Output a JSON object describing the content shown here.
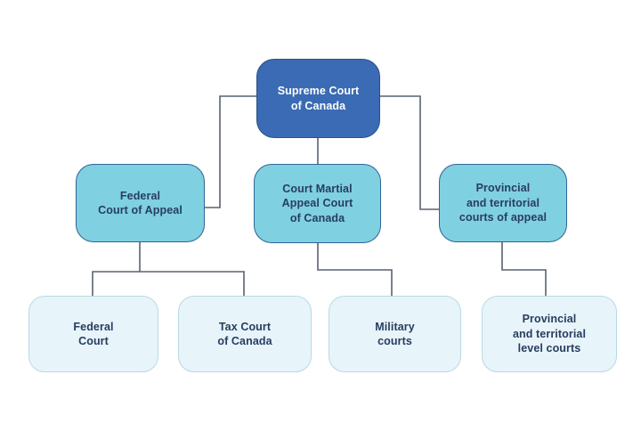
{
  "diagram": {
    "type": "org-chart",
    "colors": {
      "top_box_fill": "#3A6BB4",
      "top_box_border": "#2D5186",
      "top_box_text": "#FDFEFE",
      "mid_box_fill": "#7FD0E0",
      "mid_box_border": "#2F6496",
      "low_box_fill": "#E7F4F9",
      "low_box_border": "#B7DAE4",
      "body_text": "#283D5F",
      "connector_line": "#596270",
      "background": "#FFFFFF"
    },
    "nodes": {
      "supreme": {
        "label": "Supreme Court of Canada",
        "lines": [
          "Supreme Court",
          "of Canada"
        ],
        "level": 1
      },
      "fca": {
        "label": "Federal Court of Appeal",
        "lines": [
          "Federal",
          "Court of Appeal"
        ],
        "level": 2
      },
      "cmac": {
        "label": "Court Martial Appeal Court of Canada",
        "lines": [
          "Court Martial",
          "Appeal Court",
          "of Canada"
        ],
        "level": 2
      },
      "ptca": {
        "label": "Provincial and territorial courts of appeal",
        "lines": [
          "Provincial",
          "and territorial",
          "courts of appeal"
        ],
        "level": 2
      },
      "fc": {
        "label": "Federal Court",
        "lines": [
          "Federal",
          "Court"
        ],
        "level": 3
      },
      "tax": {
        "label": "Tax Court of Canada",
        "lines": [
          "Tax Court",
          "of Canada"
        ],
        "level": 3
      },
      "mil": {
        "label": "Military courts",
        "lines": [
          "Military",
          "courts"
        ],
        "level": 3
      },
      "ptlc": {
        "label": "Provincial and territorial level courts",
        "lines": [
          "Provincial",
          "and territorial",
          "level courts"
        ],
        "level": 3
      }
    },
    "edges": [
      {
        "from": "supreme",
        "to": "fca"
      },
      {
        "from": "supreme",
        "to": "cmac"
      },
      {
        "from": "supreme",
        "to": "ptca"
      },
      {
        "from": "fca",
        "to": "fc"
      },
      {
        "from": "fca",
        "to": "tax"
      },
      {
        "from": "cmac",
        "to": "mil"
      },
      {
        "from": "ptca",
        "to": "ptlc"
      }
    ]
  }
}
